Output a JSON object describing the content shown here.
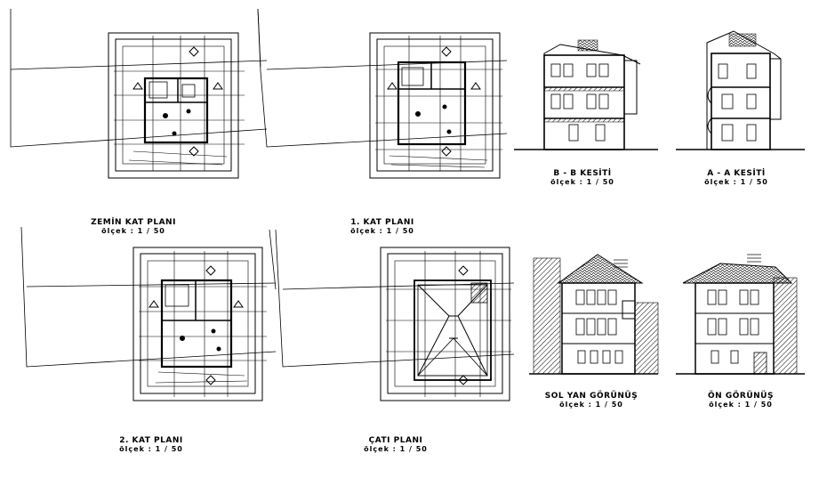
{
  "labels": {
    "zemin": {
      "title": "ZEMİN KAT PLANI",
      "scale": "ölçek  :  1 /  50"
    },
    "kat1": {
      "title": "1. KAT PLANI",
      "scale": "ölçek  :  1 /  50"
    },
    "kat2": {
      "title": "2. KAT PLANI",
      "scale": "ölçek  :  1 /  50"
    },
    "cati": {
      "title": "ÇATI PLANI",
      "scale": "ölçek  :  1 /  50"
    },
    "bb": {
      "title": "B - B KESİTİ",
      "scale": "ölçek  :  1 /  50"
    },
    "aa": {
      "title": "A - A KESİTİ",
      "scale": "ölçek  :  1 /  50"
    },
    "sol": {
      "title": "SOL YAN GÖRÜNÜŞ",
      "scale": "ölçek  :  1 /  50"
    },
    "on": {
      "title": "ÖN GÖRÜNÜŞ",
      "scale": "ölçek  :  1 /  50"
    }
  }
}
